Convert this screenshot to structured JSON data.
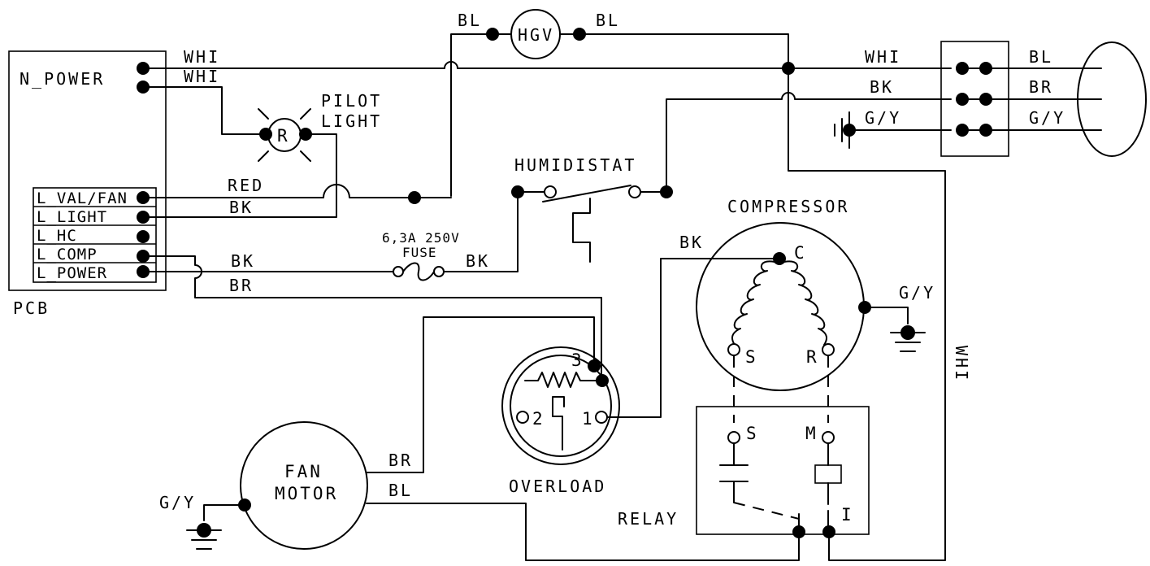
{
  "pcb": {
    "name": "PCB",
    "n_power": "N_POWER",
    "terminals": [
      "L_VAL/FAN",
      "L_LIGHT",
      "L_HC",
      "L_COMP",
      "L_POWER"
    ]
  },
  "pilot_light": {
    "label_line1": "PILOT",
    "label_line2": "LIGHT",
    "symbol": "R"
  },
  "hgv": "HGV",
  "humidistat": "HUMIDISTAT",
  "fuse": {
    "rating": "6,3A 250V",
    "label": "FUSE"
  },
  "compressor": {
    "label": "COMPRESSOR",
    "c": "C",
    "s": "S",
    "r": "R"
  },
  "overload": {
    "label": "OVERLOAD",
    "t1": "1",
    "t2": "2",
    "t3": "3"
  },
  "fan_motor": {
    "line1": "FAN",
    "line2": "MOTOR"
  },
  "relay": {
    "label": "RELAY",
    "s": "S",
    "m": "M",
    "i": "I"
  },
  "wires": {
    "whi": "WHI",
    "bl": "BL",
    "bk": "BK",
    "br": "BR",
    "gy": "G/Y",
    "red": "RED"
  }
}
